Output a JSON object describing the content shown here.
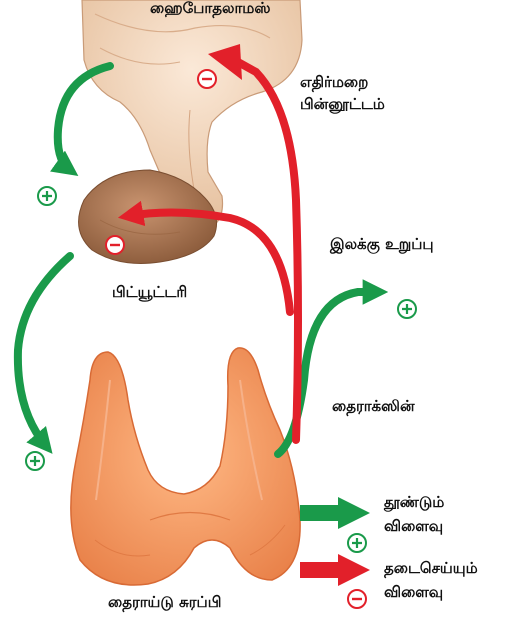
{
  "labels": {
    "hypothalamus": "ஹைபோதலாமஸ்",
    "negative_feedback_line1": "எதிர்மறை",
    "negative_feedback_line2": "பின்னூட்டம்",
    "target_organ": "இலக்கு உறுப்பு",
    "pituitary": "பிட்யூட்டரி",
    "thyroxin": "தைராக்ஸின்",
    "thyroid_gland": "தைராய்டு சுரப்பி"
  },
  "legend": {
    "stimulation_line1": "தூண்டும்",
    "stimulation_line2": "விளைவு",
    "inhibition_line1": "தடைசெய்யும்",
    "inhibition_line2": "விளைவு"
  },
  "colors": {
    "stimulation_arrow": "#1a9a4a",
    "inhibition_arrow": "#e2202a",
    "plus_symbol": "#1a9a4a",
    "minus_symbol": "#e2202a",
    "brain_tissue": "#f1d7bf",
    "pituitary_lobe": "#a8744f",
    "thyroid_gland": "#f39a63"
  },
  "icons": {
    "plus": "circled-plus-icon",
    "minus": "circled-minus-icon"
  }
}
